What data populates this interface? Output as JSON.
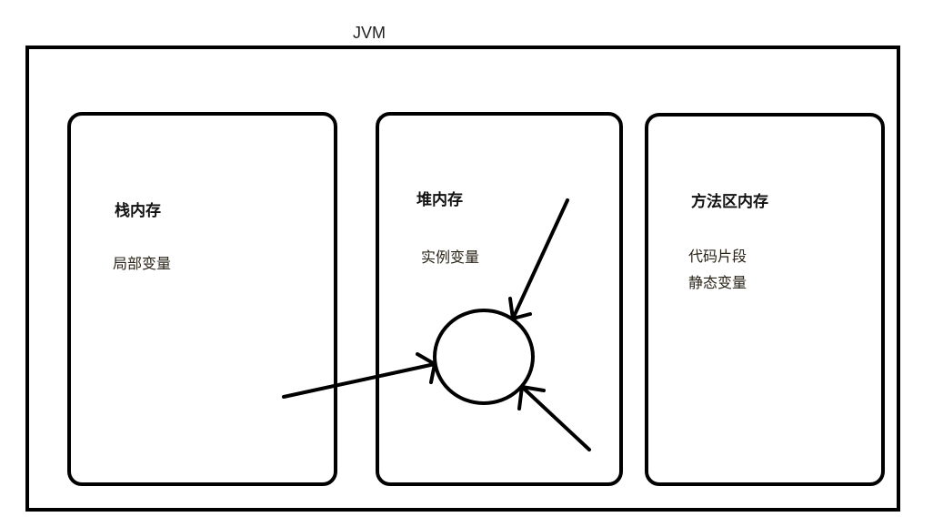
{
  "diagram": {
    "title": "JVM",
    "regions": [
      {
        "id": "stack",
        "heading": "栈内存",
        "items": [
          "局部变量"
        ]
      },
      {
        "id": "heap",
        "heading": "堆内存",
        "items": [
          "实例变量"
        ]
      },
      {
        "id": "method-area",
        "heading": "方法区内存",
        "items": [
          "代码片段",
          "静态变量"
        ]
      }
    ],
    "nodes": [
      {
        "id": "heap-object",
        "shape": "circle",
        "label": ""
      }
    ],
    "edges": [
      {
        "from": "stack",
        "to": "heap-object",
        "type": "arrow"
      },
      {
        "from": "heap",
        "to": "heap-object",
        "type": "arrow",
        "direction": "from upper-right"
      },
      {
        "from": "heap",
        "to": "heap-object",
        "type": "arrow",
        "direction": "from lower-right"
      }
    ],
    "colors": {
      "stroke": "#000000",
      "background": "#ffffff"
    }
  }
}
